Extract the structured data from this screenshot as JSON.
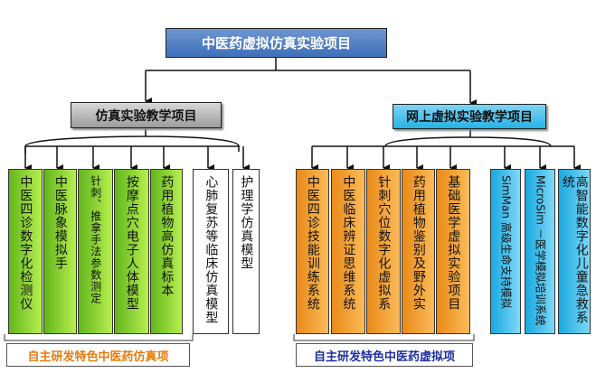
{
  "root": {
    "label": "中医药虚拟仿真实验项目"
  },
  "categories": {
    "left": {
      "label": "仿真实验教学项目"
    },
    "right": {
      "label": "网上虚拟实验教学项目"
    }
  },
  "left_items": [
    {
      "label": "中医四诊数字化检测仪"
    },
    {
      "label": "中医脉象模拟手"
    },
    {
      "label": "针刺、推拿手法参数测定"
    },
    {
      "label": "按摩点穴电子人体模型"
    },
    {
      "label": "药用植物高仿真标本"
    },
    {
      "label": "心肺复苏等临床仿真模型"
    },
    {
      "label": "护理学仿真模型"
    }
  ],
  "right_items": [
    {
      "label": "中医四诊技能训练系统"
    },
    {
      "label": "中医临床辨证思维系统"
    },
    {
      "label": "针刺穴位数字化虚拟系"
    },
    {
      "label": "药用植物鉴别及野外实"
    },
    {
      "label": "基础医学虚拟实验项目"
    },
    {
      "label": "SimMan 高级生命支持模拟"
    },
    {
      "label": "MicroSim －医学模拟培训系统"
    },
    {
      "label": "高智能数字化儿童急救系统"
    }
  ],
  "captions": {
    "left": "自主研发特色中医药仿真项",
    "right": "自主研发特色中医药虚拟项"
  },
  "colors": {
    "root": "#4a78bf",
    "category_left": "#b0b0b0",
    "category_right": "#3cbcea",
    "green": "#8fd235",
    "orange": "#f6a53a",
    "blue": "#3cbcea",
    "caption_left": "#e87b0c",
    "caption_right": "#1f2fa0"
  }
}
